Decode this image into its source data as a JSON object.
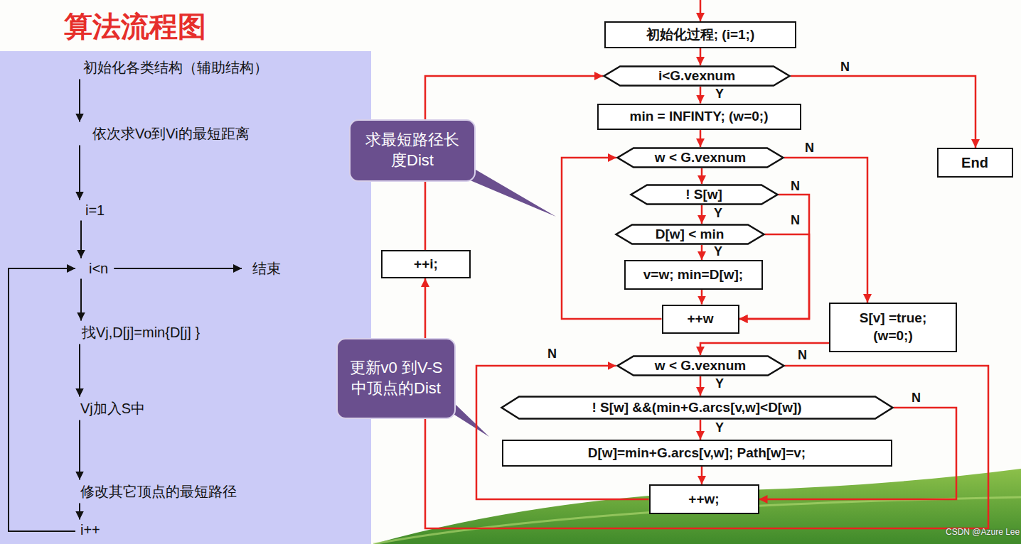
{
  "diagram": {
    "title": "算法流程图",
    "nodes": [
      {
        "text": [
          "初始化各类结构（辅助结构）"
        ]
      },
      {
        "text": [
          "依次求Vo到Vi的最短距离"
        ]
      },
      {
        "text": [
          "i=1"
        ]
      },
      {
        "text": [
          "i<n"
        ]
      },
      {
        "text": [
          "结束"
        ]
      },
      {
        "text": [
          "找Vj,D[j]=min{D[j] }"
        ]
      },
      {
        "text": [
          "Vj加入S中"
        ]
      },
      {
        "text": [
          "修改其它顶点的最短路径"
        ]
      },
      {
        "text": [
          "i++"
        ]
      },
      {
        "text": [
          "初始化过程; (i=1;)"
        ]
      },
      {
        "text": [
          "i<G.vexnum"
        ]
      },
      {
        "text": [
          "min = INFINTY; (w=0;)"
        ]
      },
      {
        "text": [
          "w < G.vexnum"
        ]
      },
      {
        "text": [
          "! S[w]"
        ]
      },
      {
        "text": [
          "D[w] < min"
        ]
      },
      {
        "text": [
          "v=w; min=D[w];"
        ]
      },
      {
        "text": [
          "++w"
        ]
      },
      {
        "text": [
          "S[v] =true; (w=0;)"
        ]
      },
      {
        "text": [
          "w < G.vexnum"
        ]
      },
      {
        "text": [
          "! S[w] &&(min+G.arcs[v,w]<D[w])"
        ]
      },
      {
        "text": [
          "D[w]=min+G.arcs[v,w]; Path[w]=v;"
        ]
      },
      {
        "text": [
          "++w;"
        ]
      },
      {
        "text": [
          "++i;"
        ]
      },
      {
        "text": [
          "End"
        ]
      },
      {
        "text": [
          "求最短路径长度Dist"
        ]
      },
      {
        "text": [
          "更新v0 到V-S 中顶点的Dist"
        ]
      }
    ],
    "edges": [
      {
        "from": 0,
        "to": 1,
        "arrow": "to"
      },
      {
        "from": 1,
        "to": 2,
        "arrow": "to"
      },
      {
        "from": 2,
        "to": 3,
        "arrow": "to"
      },
      {
        "from": 3,
        "to": 4,
        "arrow": "to"
      },
      {
        "from": 3,
        "to": 5,
        "arrow": "to"
      },
      {
        "from": 5,
        "to": 6,
        "arrow": "to"
      },
      {
        "from": 6,
        "to": 7,
        "arrow": "to"
      },
      {
        "from": 7,
        "to": 8,
        "arrow": "to"
      },
      {
        "from": 8,
        "to": 3,
        "arrow": "to"
      },
      {
        "from": 9,
        "to": 10,
        "arrow": "to"
      },
      {
        "from": 10,
        "to": 11,
        "label": "Y",
        "arrow": "to"
      },
      {
        "from": 10,
        "to": 23,
        "label": "N",
        "arrow": "to"
      },
      {
        "from": 11,
        "to": 12,
        "arrow": "to"
      },
      {
        "from": 12,
        "to": 13,
        "arrow": "to"
      },
      {
        "from": 13,
        "to": 14,
        "label": "Y",
        "arrow": "to"
      },
      {
        "from": 13,
        "to": 16,
        "label": "N",
        "arrow": "to"
      },
      {
        "from": 14,
        "to": 15,
        "label": "Y",
        "arrow": "to"
      },
      {
        "from": 14,
        "to": 16,
        "label": "N",
        "arrow": "to"
      },
      {
        "from": 15,
        "to": 16,
        "arrow": "to"
      },
      {
        "from": 16,
        "to": 12,
        "arrow": "to"
      },
      {
        "from": 12,
        "to": 17,
        "label": "N",
        "arrow": "to"
      },
      {
        "from": 17,
        "to": 18,
        "arrow": "to"
      },
      {
        "from": 18,
        "to": 19,
        "label": "Y",
        "arrow": "to"
      },
      {
        "from": 19,
        "to": 20,
        "label": "Y",
        "arrow": "to"
      },
      {
        "from": 19,
        "to": 21,
        "label": "N",
        "arrow": "to"
      },
      {
        "from": 20,
        "to": 21,
        "arrow": "to"
      },
      {
        "from": 21,
        "to": 18,
        "arrow": "to"
      },
      {
        "from": 18,
        "to": 22,
        "label": "N",
        "arrow": "to"
      },
      {
        "from": 22,
        "to": 10,
        "arrow": "to"
      }
    ],
    "labels": [
      "N",
      "CSDN @Azure Lee"
    ]
  }
}
